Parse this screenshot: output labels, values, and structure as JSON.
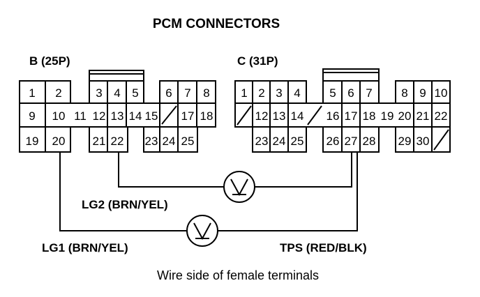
{
  "title": "PCM CONNECTORS",
  "connector_b": {
    "label": "B (25P)",
    "row1": [
      "1",
      "2",
      "",
      "3",
      "4",
      "5",
      "",
      "6",
      "7",
      "8"
    ],
    "row2": [
      "9",
      "10",
      "11",
      "12",
      "13",
      "14",
      "15",
      "",
      "17",
      "18"
    ],
    "row3": [
      "19",
      "20",
      "",
      "21",
      "22",
      "",
      "23",
      "24",
      "25"
    ]
  },
  "connector_c": {
    "label": "C (31P)",
    "row1": [
      "1",
      "2",
      "3",
      "4",
      "",
      "5",
      "6",
      "7",
      "",
      "8",
      "9",
      "10"
    ],
    "row2": [
      "",
      "12",
      "13",
      "14",
      "",
      "16",
      "17",
      "18",
      "19",
      "20",
      "21",
      "22"
    ],
    "row3": [
      "",
      "23",
      "24",
      "25",
      "",
      "26",
      "27",
      "28",
      "",
      "29",
      "30",
      ""
    ]
  },
  "labels": {
    "lg2": "LG2 (BRN/YEL)",
    "lg1": "LG1 (BRN/YEL)",
    "tps": "TPS (RED/BLK)",
    "caption": "Wire side of female terminals"
  },
  "meter_icon": "voltmeter-icon"
}
